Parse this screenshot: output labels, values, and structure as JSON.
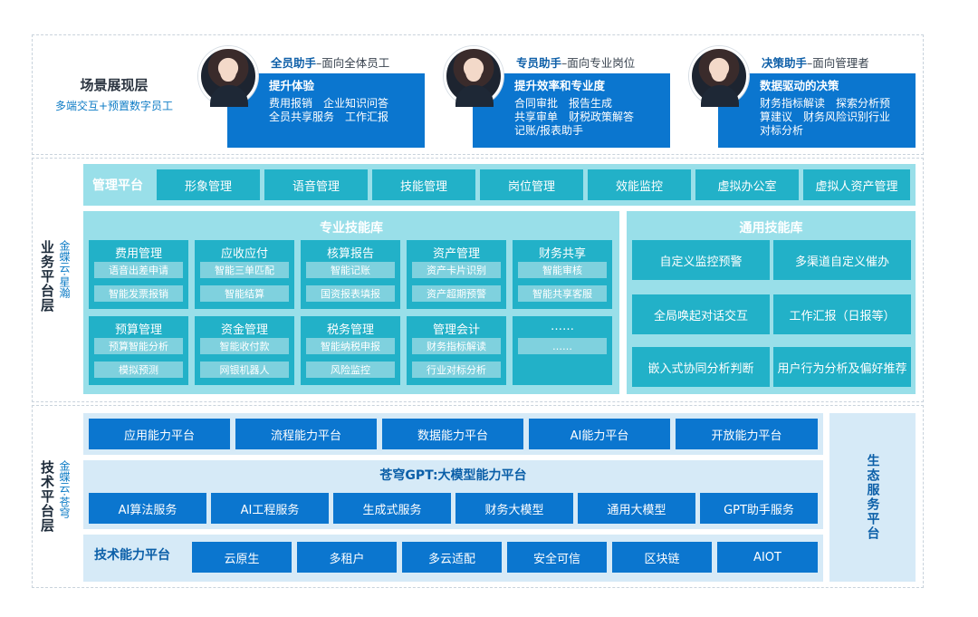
{
  "scene": {
    "title": "场景展现层",
    "subtitle": "多端交互+预置数字员工",
    "assistants": [
      {
        "name": "全员助手",
        "desc": "–面向全体员工",
        "head": "提升体验",
        "lines": [
          "费用报销　企业知识问答",
          "全员共享服务　工作汇报"
        ]
      },
      {
        "name": "专员助手",
        "desc": "–面向专业岗位",
        "head": "提升效率和专业度",
        "lines": [
          "合同审批　报告生成",
          "共享审单　财税政策解答",
          "记账/报表助手"
        ]
      },
      {
        "name": "决策助手",
        "desc": "–面向管理者",
        "head": "数据驱动的决策",
        "lines": [
          "财务指标解读　探索分析预",
          "算建议　财务风险识别行业",
          "对标分析"
        ]
      }
    ]
  },
  "biz": {
    "label": "业务平台层",
    "sublabel": "金蝶云·星瀚",
    "mgmt": {
      "title": "管理平台",
      "items": [
        "形象管理",
        "语音管理",
        "技能管理",
        "岗位管理",
        "效能监控",
        "虚拟办公室",
        "虚拟人资产管理"
      ]
    },
    "pro": {
      "title": "专业技能库",
      "row1": [
        {
          "title": "费用管理",
          "subs": [
            "语音出差申请",
            "智能发票报销"
          ]
        },
        {
          "title": "应收应付",
          "subs": [
            "智能三单匹配",
            "智能结算"
          ]
        },
        {
          "title": "核算报告",
          "subs": [
            "智能记账",
            "国资报表填报"
          ]
        },
        {
          "title": "资产管理",
          "subs": [
            "资产卡片识别",
            "资产超期预警"
          ]
        },
        {
          "title": "财务共享",
          "subs": [
            "智能审核",
            "智能共享客服"
          ]
        }
      ],
      "row2": [
        {
          "title": "预算管理",
          "subs": [
            "预算智能分析",
            "模拟预测"
          ]
        },
        {
          "title": "资金管理",
          "subs": [
            "智能收付款",
            "网银机器人"
          ]
        },
        {
          "title": "税务管理",
          "subs": [
            "智能纳税申报",
            "风险监控"
          ]
        },
        {
          "title": "管理会计",
          "subs": [
            "财务指标解读",
            "行业对标分析"
          ]
        },
        {
          "title": "……",
          "subs": [
            "……"
          ]
        }
      ]
    },
    "general": {
      "title": "通用技能库",
      "items": [
        "自定义监控预警",
        "多渠道自定义催办",
        "全局唤起对话交互",
        "工作汇报（日报等）",
        "嵌入式协同分析判断",
        "用户行为分析及偏好推荐"
      ]
    }
  },
  "tech": {
    "label": "技术平台层",
    "sublabel": "金蝶云·苍穹",
    "capability_platforms": [
      "应用能力平台",
      "流程能力平台",
      "数据能力平台",
      "AI能力平台",
      "开放能力平台"
    ],
    "gpt": {
      "title": "苍穹GPT:大模型能力平台",
      "items": [
        "AI算法服务",
        "AI工程服务",
        "生成式服务",
        "财务大模型",
        "通用大模型",
        "GPT助手服务"
      ]
    },
    "base": {
      "title": "技术能力平台",
      "items": [
        "云原生",
        "多租户",
        "多云适配",
        "安全可信",
        "区块链",
        "AIOT"
      ]
    },
    "eco": "生态服务平台"
  }
}
